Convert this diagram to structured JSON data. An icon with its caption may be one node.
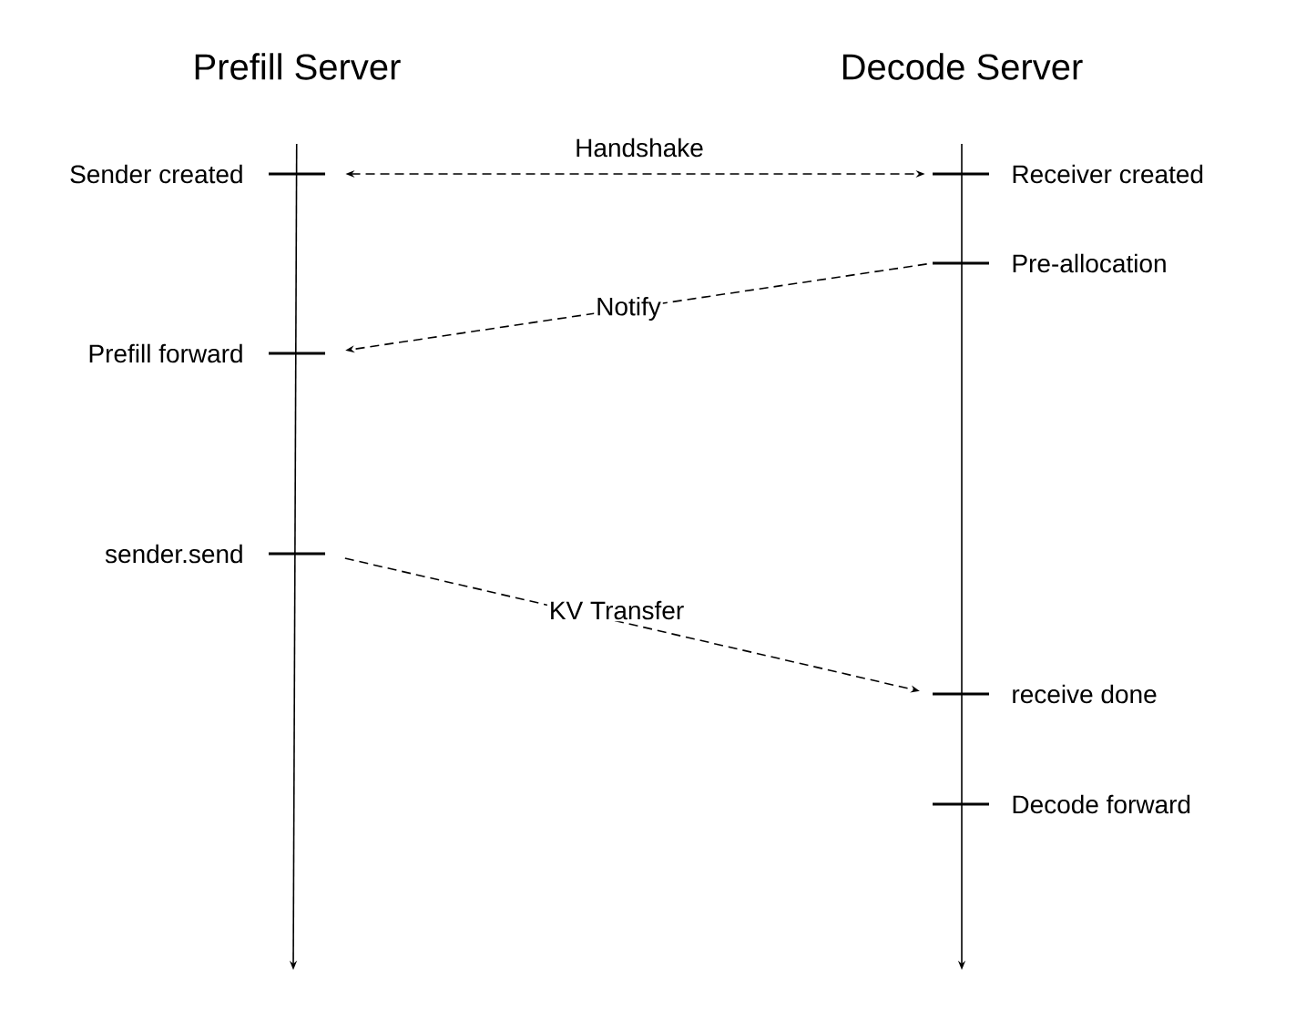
{
  "diagram": {
    "nodes": [
      {
        "text": [
          "Prefill Server"
        ]
      },
      {
        "text": [
          "Decode Server"
        ]
      },
      {
        "text": [],
        "shape": "bar",
        "beside": [
          "Sender created"
        ]
      },
      {
        "text": [],
        "shape": "bar",
        "beside": [
          "Receiver created"
        ]
      },
      {
        "text": [],
        "shape": "bar",
        "beside": [
          "Pre-allocation"
        ]
      },
      {
        "text": [],
        "shape": "bar",
        "beside": [
          "Prefill forward"
        ]
      },
      {
        "text": [],
        "shape": "bar",
        "beside": [
          "sender.send"
        ]
      },
      {
        "text": [],
        "shape": "bar",
        "beside": [
          "receive done"
        ]
      },
      {
        "text": [],
        "shape": "bar",
        "beside": [
          "Decode forward"
        ]
      }
    ],
    "edges": [
      {
        "from": 0,
        "to": null,
        "arrow": "to"
      },
      {
        "from": 1,
        "to": null,
        "arrow": "to"
      },
      {
        "from": 2,
        "to": 3,
        "arrow": "both",
        "label": "Handshake",
        "style": "dashed"
      },
      {
        "from": 4,
        "to": 5,
        "arrow": "to",
        "label": "Notify",
        "style": "dashed"
      },
      {
        "from": 6,
        "to": 7,
        "arrow": "to",
        "label": "KV Transfer",
        "style": "dashed"
      }
    ]
  }
}
